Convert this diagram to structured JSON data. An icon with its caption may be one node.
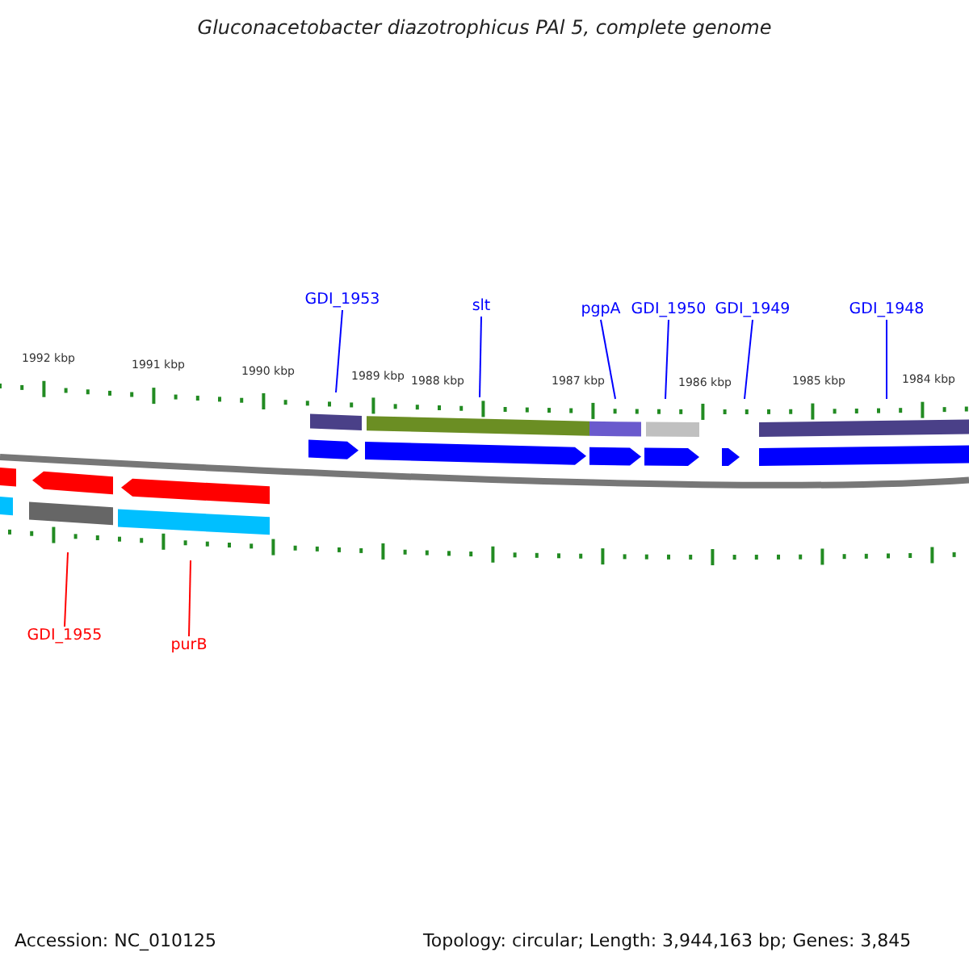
{
  "diagram": {
    "title": "Gluconacetobacter diazotrophicus PAl 5, complete genome",
    "nodes": [
      {
        "text": [
          "GDI_1953"
        ]
      },
      {
        "text": [
          "slt"
        ]
      },
      {
        "text": [
          "pgpA"
        ]
      },
      {
        "text": [
          "GDI_1950"
        ]
      },
      {
        "text": [
          "GDI_1949"
        ]
      },
      {
        "text": [
          "GDI_1948"
        ]
      },
      {
        "text": [
          "GDI_1955"
        ]
      },
      {
        "text": [
          "purB"
        ]
      }
    ],
    "edges": [
      {
        "from": 0,
        "to": null,
        "arrow": "none"
      },
      {
        "from": 1,
        "to": null,
        "arrow": "none"
      },
      {
        "from": 2,
        "to": null,
        "arrow": "none"
      },
      {
        "from": 3,
        "to": null,
        "arrow": "none"
      },
      {
        "from": 4,
        "to": null,
        "arrow": "none"
      },
      {
        "from": 5,
        "to": null,
        "arrow": "none"
      },
      {
        "from": 6,
        "to": null,
        "arrow": "none",
        "color": "#ff0000"
      },
      {
        "from": 7,
        "to": null,
        "arrow": "none",
        "color": "#ff0000"
      }
    ],
    "labels": [
      "1992 kbp",
      "1991 kbp",
      "1990 kbp",
      "1989 kbp",
      "1988 kbp",
      "1987 kbp",
      "1986 kbp",
      "1985 kbp",
      "1984 kbp",
      "Accession: NC_010125",
      "Topology: circular; Length: 3,944,163 bp; Genes: 3,845"
    ]
  }
}
